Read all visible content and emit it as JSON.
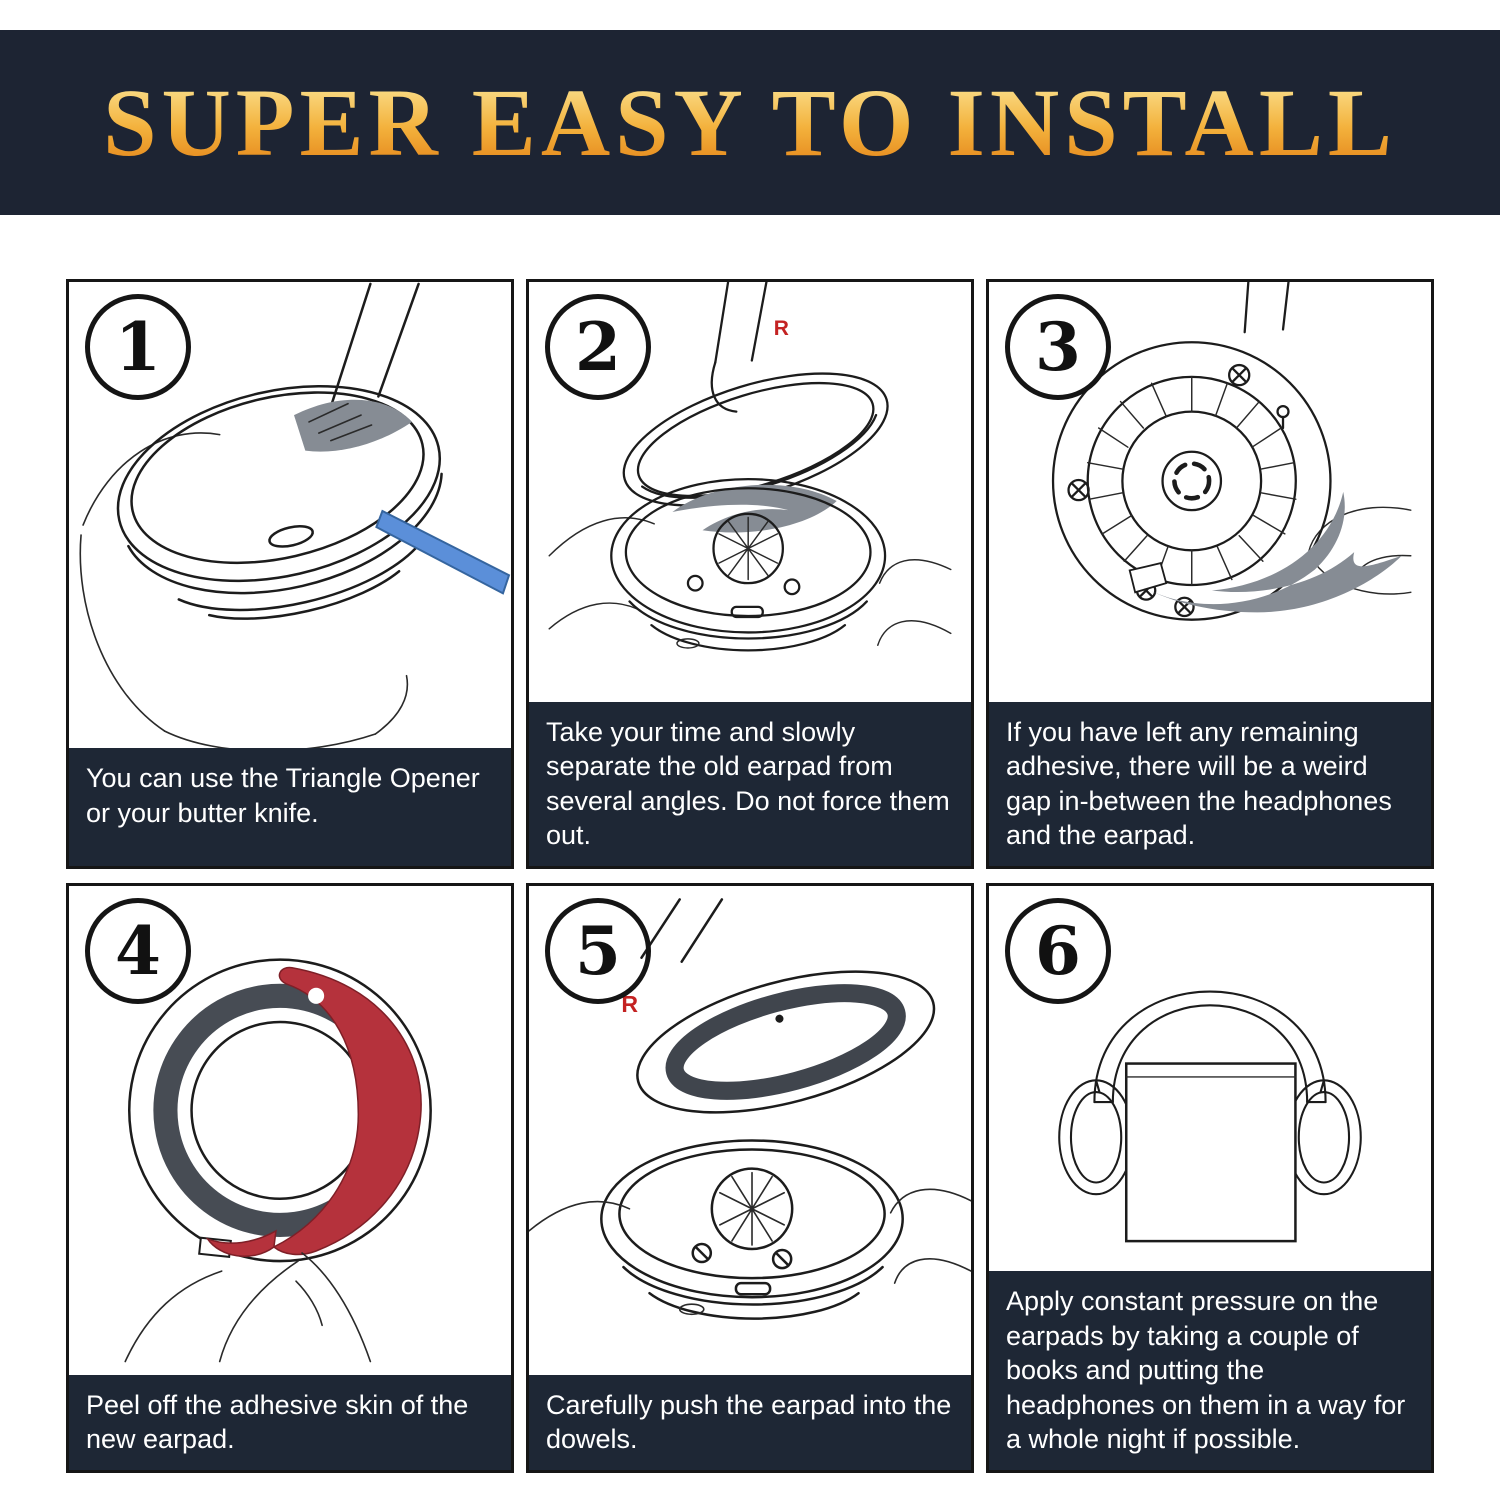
{
  "header": {
    "title": "SUPER EASY TO INSTALL"
  },
  "steps": [
    {
      "number": "1",
      "caption": "You can use the Triangle Opener or your butter knife."
    },
    {
      "number": "2",
      "marker": "R",
      "caption": "Take your time and slowly separate the old earpad from several angles. Do not force them out."
    },
    {
      "number": "3",
      "caption": "If you have left any remaining adhesive, there will be a weird gap in-between the headphones and the earpad."
    },
    {
      "number": "4",
      "caption": "Peel off the adhesive skin of the new earpad."
    },
    {
      "number": "5",
      "marker": "R",
      "caption": "Carefully push the earpad into the dowels."
    },
    {
      "number": "6",
      "caption": "Apply constant pressure on the earpads by taking a couple of books and putting the headphones on them in a way for a whole night if possible."
    }
  ],
  "colors": {
    "header_bg": "#1d2433",
    "caption_bg": "#1e2735",
    "tool_blue": "#5b8fd9",
    "adhesive_gray": "#868c94",
    "ribbon_red": "#b5323c",
    "title_gold_top": "#fdf0a8",
    "title_gold_bottom": "#e07a12"
  }
}
